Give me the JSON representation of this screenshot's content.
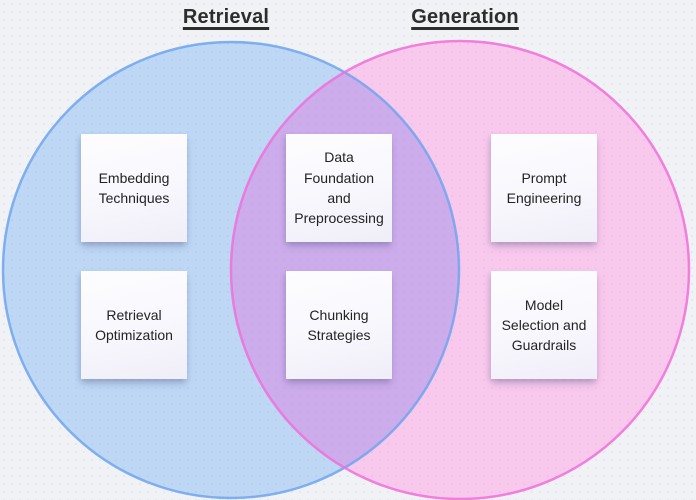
{
  "titles": {
    "left": "Retrieval",
    "right": "Generation"
  },
  "colors": {
    "background": "#f1f2f5",
    "left_circle_fill": "#bdd7f5",
    "left_circle_stroke": "#6fa5ef",
    "right_circle_fill": "#f9c8ed",
    "right_circle_stroke": "#f06fd8",
    "overlap_fill": "#cdacec"
  },
  "cards": [
    {
      "region": "retrieval",
      "label": "Embedding Techniques"
    },
    {
      "region": "retrieval",
      "label": "Retrieval Optimization"
    },
    {
      "region": "overlap",
      "label": "Data Foundation and Preprocessing"
    },
    {
      "region": "overlap",
      "label": "Chunking Strategies"
    },
    {
      "region": "generation",
      "label": "Prompt Engineering"
    },
    {
      "region": "generation",
      "label": "Model Selection and Guardrails"
    }
  ]
}
